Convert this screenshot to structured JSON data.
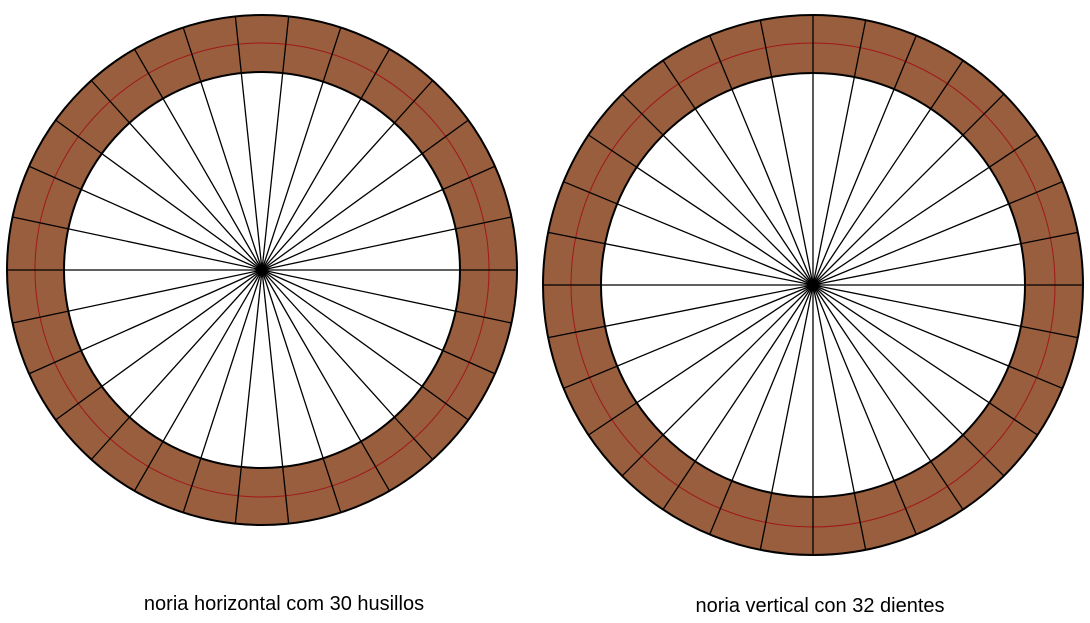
{
  "colors": {
    "ring": "#985E3D",
    "stroke": "#000000",
    "pitch_circle": "#A01818",
    "background": "#FFFFFF"
  },
  "wheels": [
    {
      "label": "noria horizontal com 30 husillos",
      "divisions": 30,
      "offset_deg": 0
    },
    {
      "label": "noria vertical con 32 dientes",
      "divisions": 32,
      "offset_deg": 0
    }
  ]
}
